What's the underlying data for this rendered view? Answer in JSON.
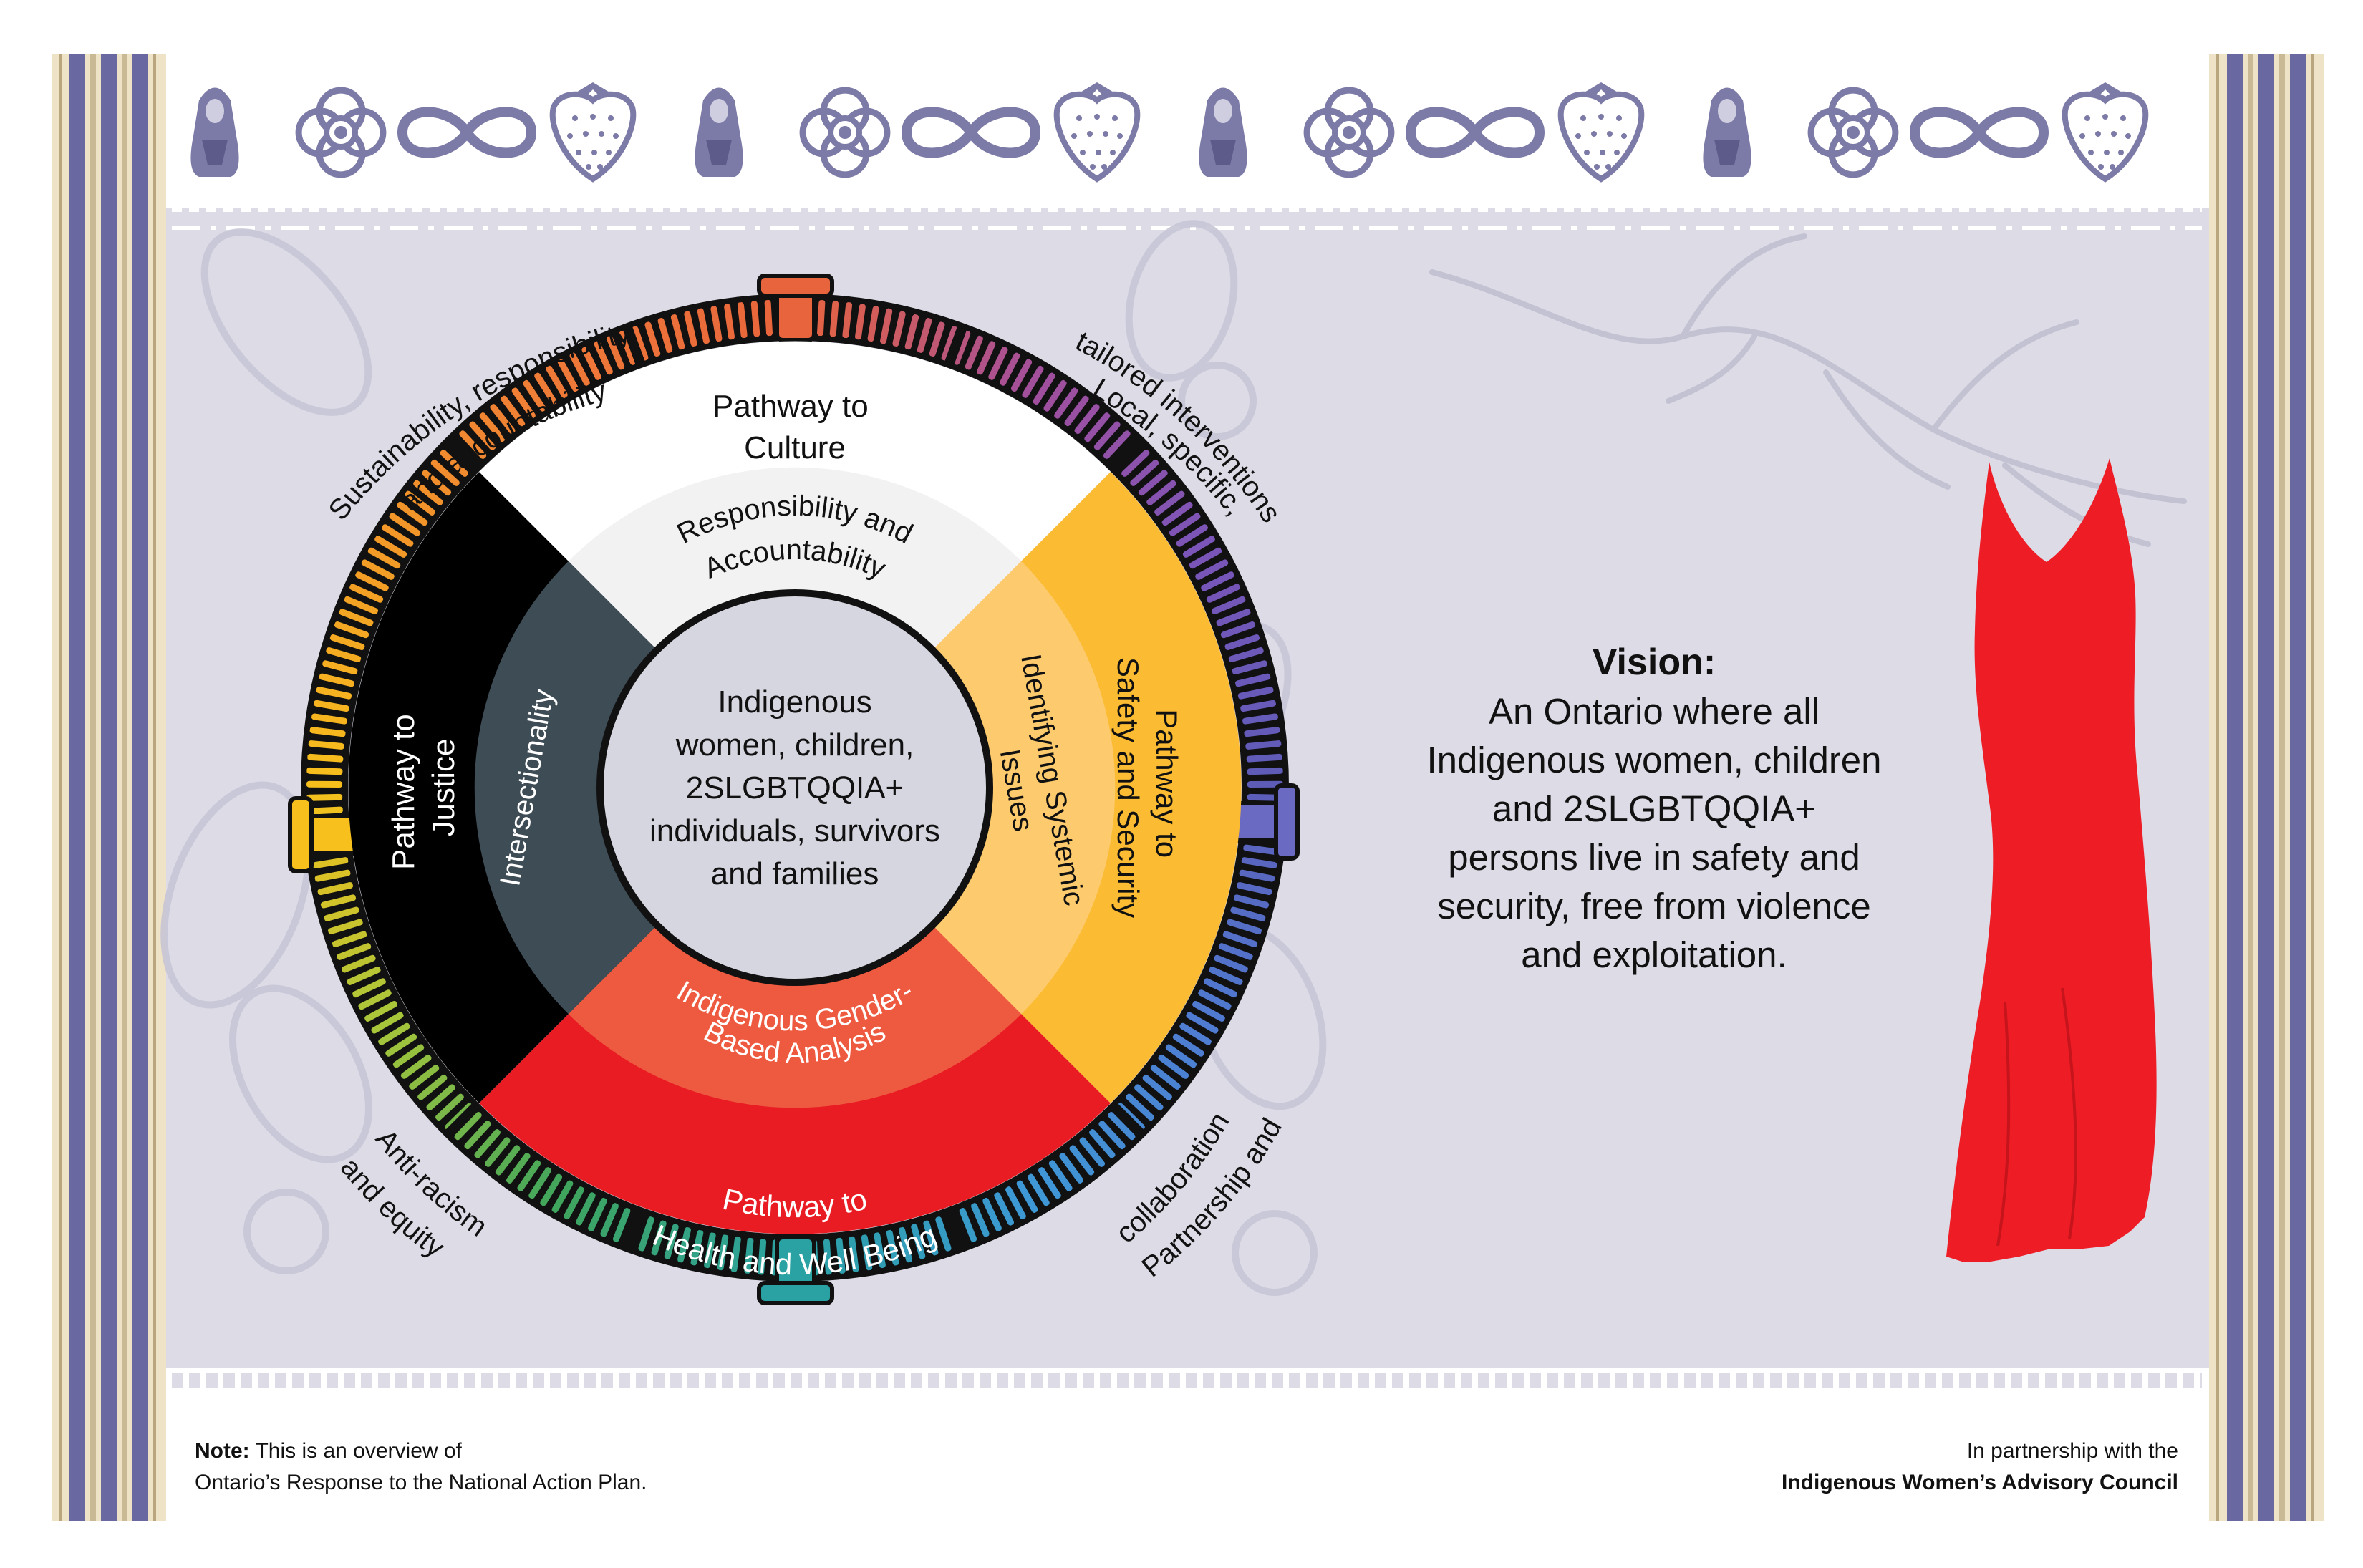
{
  "colors": {
    "background_panel": "#dcdbe6",
    "pattern_purple": "#7c7aa6",
    "north_white": "#ffffff",
    "east_yellow": "#fbbb33",
    "south_red": "#e91c24",
    "west_black": "#000000",
    "inner_north": "#f2f2f2",
    "inner_east": "#fdcb6e",
    "inner_south": "#ee5a40",
    "inner_west": "#3e4c56",
    "center": "#d6d6e0",
    "dress_red": "#ee1c25"
  },
  "border_icons": [
    "kokum-figure-icon",
    "forget-me-not-flower-icon",
    "infinity-symbol-icon",
    "strawberry-icon"
  ],
  "circle": {
    "center_text": [
      "Indigenous",
      "women, children,",
      "2SLGBTQQIA+",
      "individuals, survivors",
      "and families"
    ],
    "pathways": {
      "culture": [
        "Pathway to",
        "Culture"
      ],
      "safety": [
        "Pathway to",
        "Safety and Security"
      ],
      "health": [
        "Pathway to",
        "Health and Well Being"
      ],
      "justice": [
        "Pathway to",
        "Justice"
      ]
    },
    "principles_inner": {
      "responsibility": [
        "Responsibility and",
        "Accountability"
      ],
      "systemic": [
        "Identifying Systemic",
        "Issues"
      ],
      "gender": [
        "Indigenous Gender-",
        "Based Analysis"
      ],
      "intersectionality": [
        "Intersectionality"
      ]
    },
    "outer_labels": {
      "sustainability": [
        "Sustainability, responsibility",
        "and accountability"
      ],
      "local": [
        "Local, specific,",
        "tailored interventions"
      ],
      "partnership": [
        "Partnership and",
        "collaboration"
      ],
      "antiracism": [
        "Anti-racism",
        "and equity"
      ]
    }
  },
  "vision": {
    "title": "Vision:",
    "lines": [
      "An Ontario where all",
      "Indigenous women, children",
      "and 2SLGBTQQIA+",
      "persons live in safety and",
      "security, free from violence",
      "and exploitation."
    ]
  },
  "note": {
    "label": "Note:",
    "line1": " This is an overview of",
    "line2": "Ontario’s Response to the National Action Plan."
  },
  "partnership": {
    "line1": "In partnership with the",
    "org": "Indigenous Women’s Advisory Council"
  }
}
